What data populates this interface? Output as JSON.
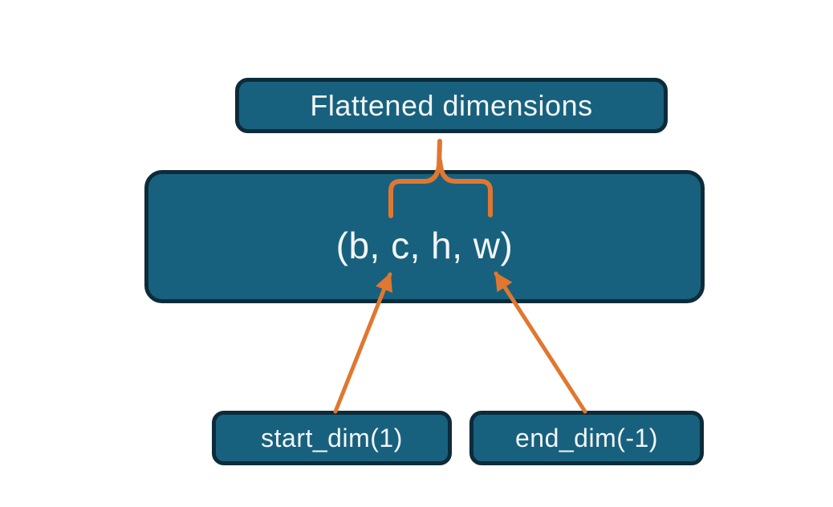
{
  "colors": {
    "box_fill": "#18617E",
    "box_border": "#0D2B3A",
    "accent": "#E1772F",
    "text_color": "#F2F6F7",
    "background": "#FFFFFF"
  },
  "diagram": {
    "top_box_label": "Flattened dimensions",
    "main_box_label": "(b, c, h, w)",
    "start_dim_label": "start_dim(1)",
    "end_dim_label": "end_dim(-1)"
  }
}
